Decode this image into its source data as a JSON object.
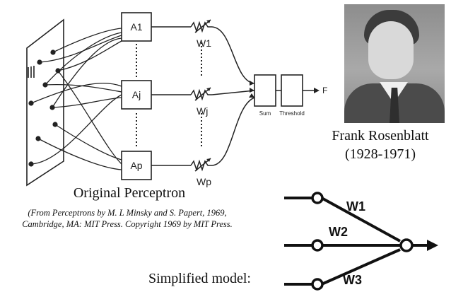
{
  "perceptron": {
    "units": [
      "A1",
      "Aj",
      "Ap"
    ],
    "weights": [
      "W1",
      "Wj",
      "Wp"
    ],
    "sum_label": "Sum",
    "threshold_label": "Threshold",
    "output_label": "F"
  },
  "portrait": {
    "name": "Frank Rosenblatt",
    "years": "(1928-1971)"
  },
  "caption": {
    "title": "Original Perceptron",
    "note": "(From Perceptrons by M. L Minsky and S. Papert, 1969, Cambridge, MA: MIT Press. Copyright 1969 by MIT Press."
  },
  "simplified": {
    "label": "Simplified model:",
    "weights": [
      "W1",
      "W2",
      "W3"
    ]
  }
}
